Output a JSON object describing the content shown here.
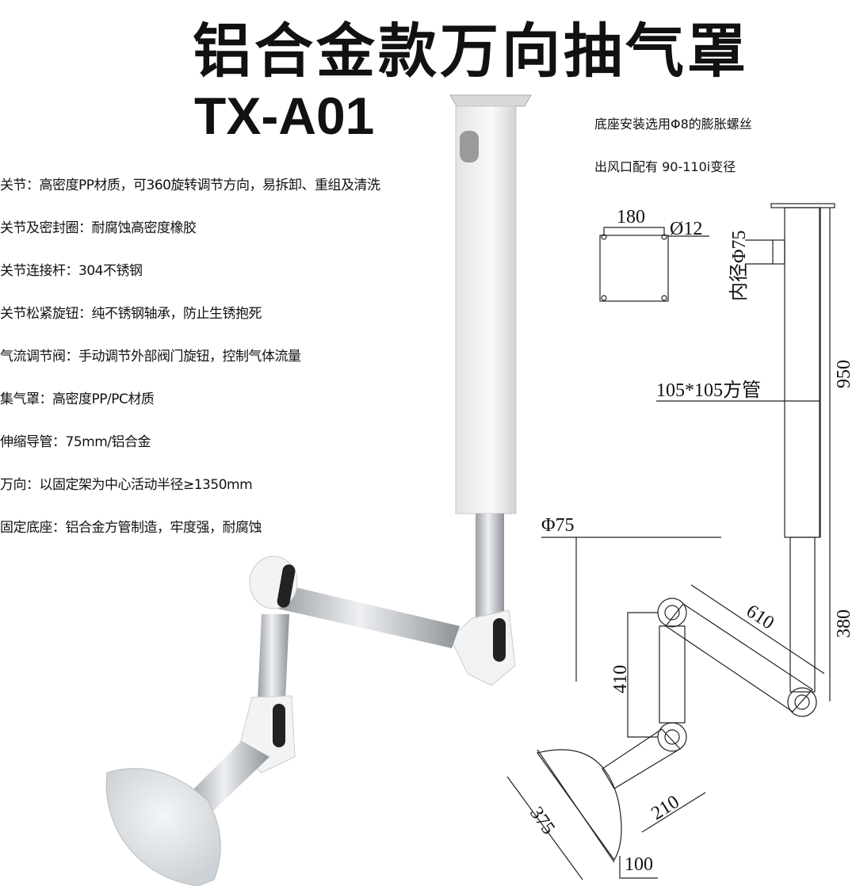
{
  "title": "铝合金款万向抽气罩",
  "model": "TX-A01",
  "specs": [
    "关节：高密度PP材质，可360旋转调节方向，易拆卸、重组及清洗",
    "关节及密封圈：耐腐蚀高密度橡胶",
    "关节连接杆：304不锈钢",
    "关节松紧旋钮：纯不锈钢轴承，防止生锈抱死",
    "气流调节阀：手动调节外部阀门旋钮，控制气体流量",
    "集气罩：高密度PP/PC材质",
    "伸缩导管：75mm/铝合金",
    "万向：以固定架为中心活动半径≥1350mm",
    "固定底座：铝合金方管制造，牢度强，耐腐蚀"
  ],
  "notes": [
    "底座安装选用Φ8的膨胀螺丝",
    "出风口配有 90-110i变径"
  ],
  "dimensions": {
    "base_width": "180",
    "hole_dia": "Ø12",
    "outlet_inner": "内径Φ75",
    "column_height": "950",
    "square_tube": "105*105方管",
    "hose_dia": "Φ75",
    "arm_upper": "610",
    "hose_length": "380",
    "arm_lower": "410",
    "hood_dia": "375",
    "arm_end": "210",
    "hood_depth": "100"
  }
}
